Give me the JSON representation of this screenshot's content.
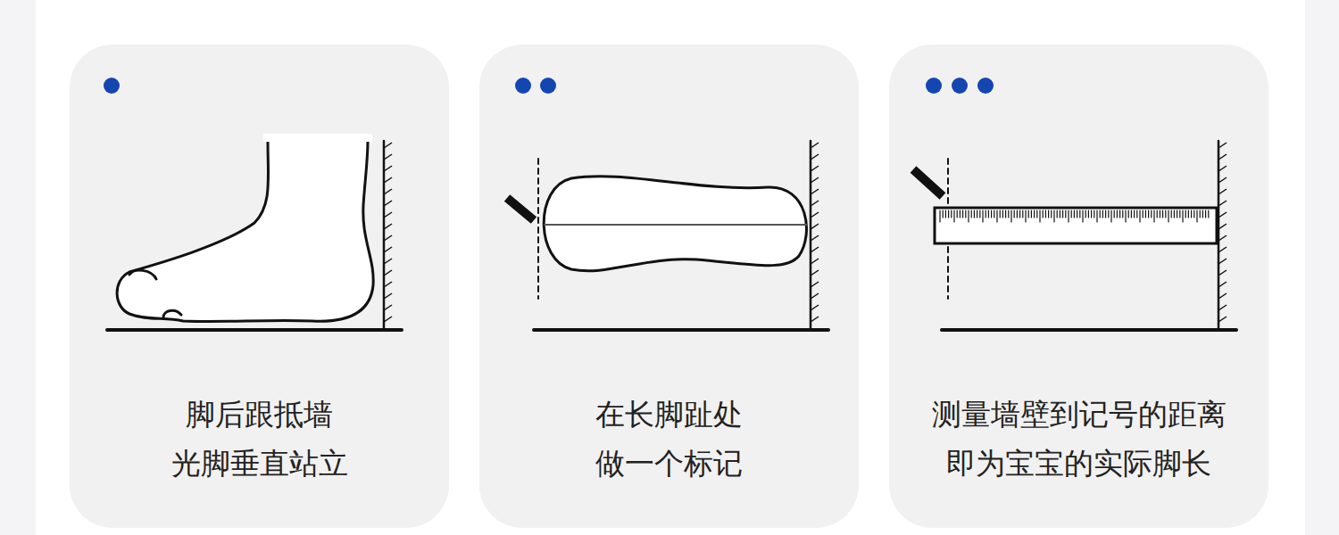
{
  "diagram": {
    "nodes": [
      {
        "text": [
          "脚后跟抵墙 光脚垂直站立"
        ]
      },
      {
        "text": [
          "在长脚趾处 做一个标记"
        ]
      },
      {
        "text": [
          "测量墙壁到记号的距离 即为宝宝的实际脚长"
        ]
      }
    ]
  }
}
